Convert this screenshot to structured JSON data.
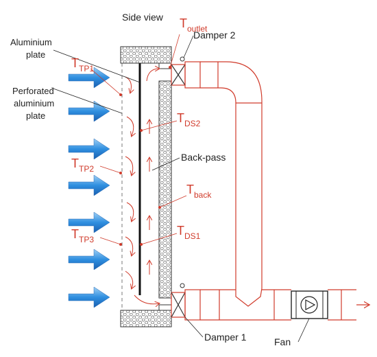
{
  "labels": {
    "side_view": "Side view",
    "aluminium_plate_line1": "Aluminium",
    "aluminium_plate_line2": "plate",
    "perforated_line1": "Perforated",
    "perforated_line2": "aluminium",
    "perforated_line3": "plate",
    "back_pass": "Back-pass",
    "damper_2": "Damper 2",
    "damper_1": "Damper 1",
    "fan": "Fan"
  },
  "sensors": {
    "outlet": {
      "main": "T",
      "sub": "outlet"
    },
    "tp1": {
      "main": "T",
      "sub": "TP1"
    },
    "tp2": {
      "main": "T",
      "sub": "TP2"
    },
    "tp3": {
      "main": "T",
      "sub": "TP3"
    },
    "ds2": {
      "main": "T",
      "sub": "DS2"
    },
    "ds1": {
      "main": "T",
      "sub": "DS1"
    },
    "back": {
      "main": "T",
      "sub": "back"
    }
  },
  "colors": {
    "duct_red": "#d03a2a",
    "arrow_blue": "#2f7fd6",
    "line_dark": "#222222"
  }
}
